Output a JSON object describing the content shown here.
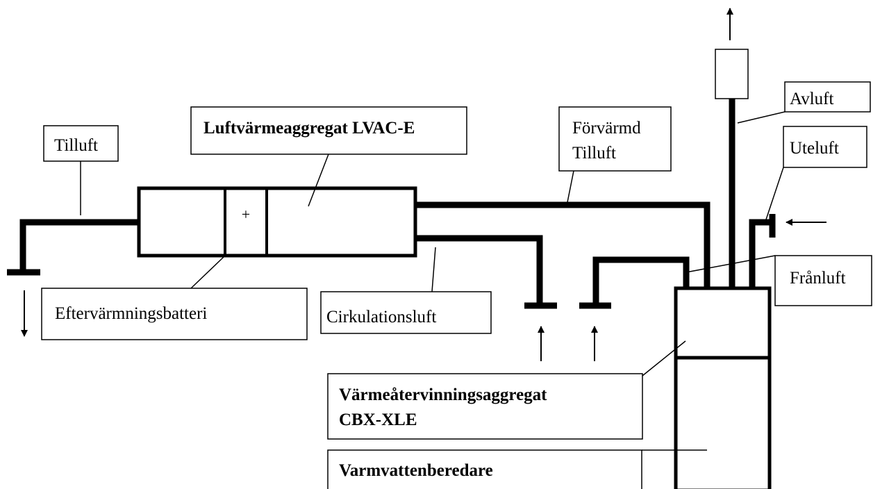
{
  "labels": {
    "tilluft": "Tilluft",
    "luftvarmeaggregat": "Luftvärmeaggregat LVAC-E",
    "forvarmd_line1": "Förvärmd",
    "forvarmd_line2": "Tilluft",
    "avluft": "Avluft",
    "uteluft": "Uteluft",
    "franluft": "Frånluft",
    "eftervarmningsbatteri": "Eftervärmningsbatteri",
    "cirkulationsluft": "Cirkulationsluft",
    "varmeatervinning_line1": "Värmeåtervinningsaggregat",
    "varmeatervinning_line2": "CBX-XLE",
    "varmvattenberedare": "Varmvattenberedare",
    "heater_plus": "+"
  }
}
